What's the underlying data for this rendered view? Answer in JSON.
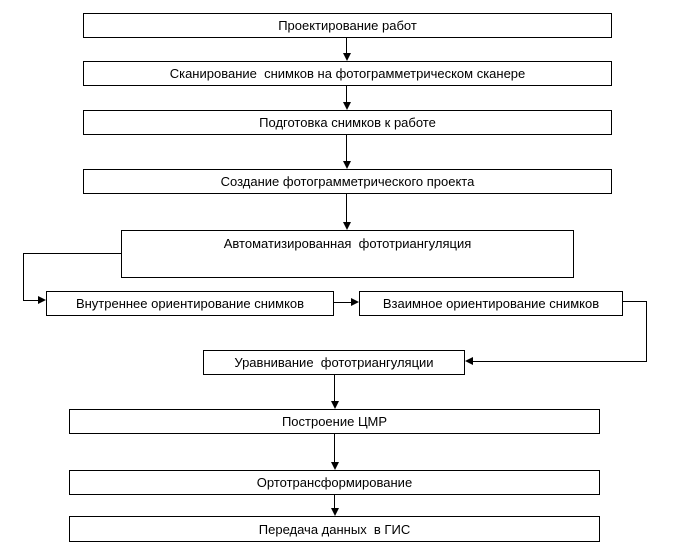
{
  "diagram": {
    "type": "flowchart",
    "language": "ru",
    "colors": {
      "box_border": "#000000",
      "box_fill": "#ffffff",
      "connector": "#000000",
      "text": "#000000",
      "background": "#ffffff"
    },
    "boxes": [
      {
        "id": "project-design",
        "label": "Проектирование работ"
      },
      {
        "id": "scanning",
        "label": "Сканирование  снимков на фотограмметрическом сканере"
      },
      {
        "id": "image-preparation",
        "label": "Подготовка снимков к работе"
      },
      {
        "id": "create-project",
        "label": "Создание фотограмметрического проекта"
      },
      {
        "id": "auto-triangulation",
        "label": "Автоматизированная  фототриангуляция"
      },
      {
        "id": "interior-orientation",
        "label": "Внутреннее ориентирование снимков"
      },
      {
        "id": "relative-orientation",
        "label": "Взаимное ориентирование снимков"
      },
      {
        "id": "triangulation-adjustment",
        "label": "Уравнивание  фототриангуляции"
      },
      {
        "id": "dem-building",
        "label": "Построение ЦМР"
      },
      {
        "id": "orthotransformation",
        "label": "Ортотрансформирование"
      },
      {
        "id": "gis-data-transfer",
        "label": "Передача данных  в ГИС"
      }
    ],
    "edges": [
      {
        "from": "project-design",
        "to": "scanning"
      },
      {
        "from": "scanning",
        "to": "image-preparation"
      },
      {
        "from": "image-preparation",
        "to": "create-project"
      },
      {
        "from": "create-project",
        "to": "auto-triangulation"
      },
      {
        "from": "auto-triangulation",
        "to": "interior-orientation"
      },
      {
        "from": "interior-orientation",
        "to": "relative-orientation"
      },
      {
        "from": "relative-orientation",
        "to": "triangulation-adjustment"
      },
      {
        "from": "triangulation-adjustment",
        "to": "dem-building"
      },
      {
        "from": "dem-building",
        "to": "orthotransformation"
      },
      {
        "from": "orthotransformation",
        "to": "gis-data-transfer"
      }
    ]
  }
}
